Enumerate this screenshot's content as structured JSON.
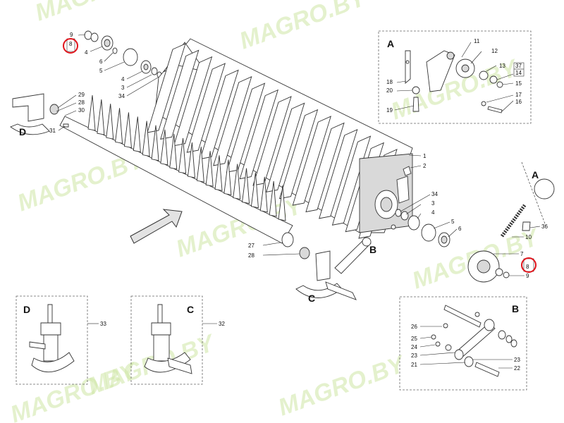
{
  "watermark_text": "MAGRO",
  "watermark_suffix": ".BY",
  "boxes": {
    "A": "A",
    "B": "B",
    "C": "C",
    "D": "D"
  },
  "callouts": {
    "c1": "1",
    "c2": "2",
    "c3": "3",
    "c4": "4",
    "c5": "5",
    "c6": "6",
    "c7": "7",
    "c8": "8",
    "c9": "9",
    "c10": "10",
    "c11": "11",
    "c12": "12",
    "c13": "13",
    "c14": "14",
    "c15": "15",
    "c16": "16",
    "c17": "17",
    "c18": "18",
    "c19": "19",
    "c20": "20",
    "c21": "21",
    "c22": "22",
    "c23": "23",
    "c24": "24",
    "c25": "25",
    "c26": "26",
    "c27": "27",
    "c28": "28",
    "c29": "29",
    "c30": "30",
    "c31": "31",
    "c32": "32",
    "c33": "33",
    "c34": "34",
    "c36": "36",
    "c37": "37"
  },
  "highlight_color": "#e1141c",
  "accent_watermark_color": "#cfe7a6"
}
